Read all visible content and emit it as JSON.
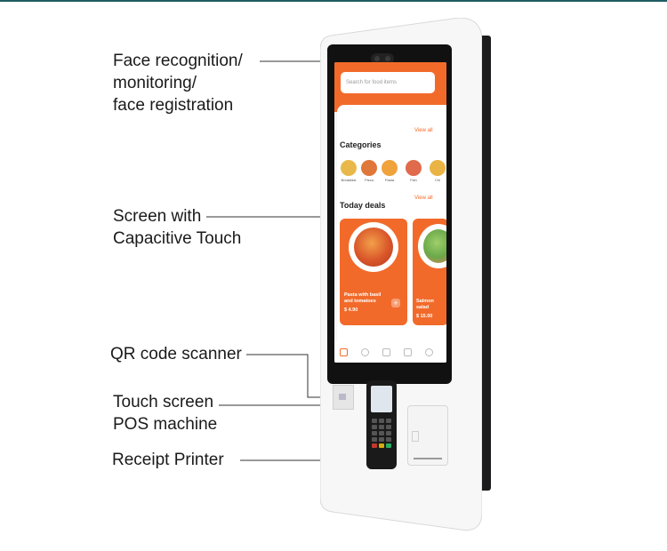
{
  "callouts": {
    "face": [
      "Face recognition/",
      "monitoring/",
      "face registration"
    ],
    "screen": [
      "Screen with",
      "Capacitive Touch"
    ],
    "qr": [
      "QR code scanner"
    ],
    "pos": [
      "Touch screen",
      "POS machine"
    ],
    "printer": [
      "Receipt Printer"
    ]
  },
  "screen_ui": {
    "search_placeholder": "Search for food items",
    "categories_title": "Categories",
    "view_all": "View all",
    "categories": [
      "Breakfast",
      "Pizza",
      "Pasta",
      "Fish",
      "Chi"
    ],
    "today_deals_title": "Today deals",
    "deal_1_name_line1": "Pasta with basil",
    "deal_1_name_line2": "and tomatoes",
    "deal_1_price": "$ 4.90",
    "deal_2_name_line1": "Salmon",
    "deal_2_name_line2": "salad",
    "deal_2_price": "$ 15.00"
  },
  "colors": {
    "accent": "#f26a2a",
    "top_bar": "#1f5c63",
    "text": "#1a1a1a"
  },
  "icons": [
    "camera-icon",
    "qr-scanner-icon",
    "pos-terminal-icon",
    "receipt-printer-icon",
    "home-icon",
    "heart-icon",
    "cart-icon",
    "truck-icon",
    "user-icon"
  ]
}
